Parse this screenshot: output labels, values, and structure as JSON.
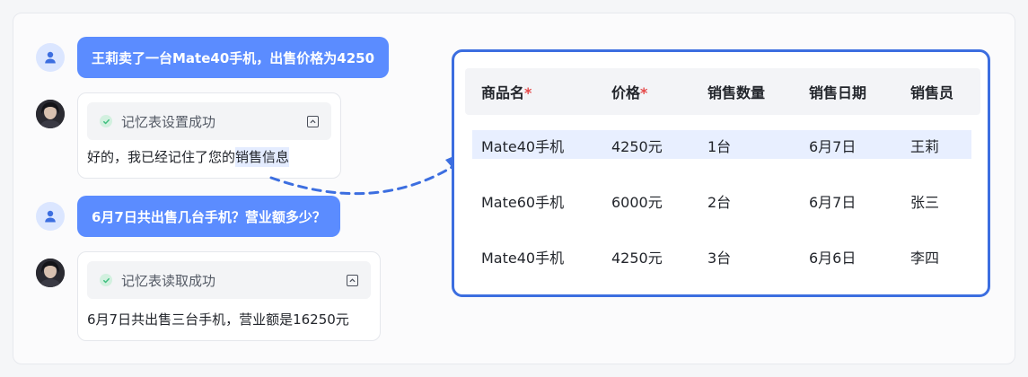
{
  "chat": {
    "messages": [
      {
        "role": "user",
        "text": "王莉卖了一台Mate40手机，出售价格为4250"
      },
      {
        "role": "bot",
        "status": "记忆表设置成功",
        "text_before": "好的，我已经记住了您的",
        "text_highlight": "销售信息"
      },
      {
        "role": "user",
        "text": "6月7日共出售几台手机？营业额多少？"
      },
      {
        "role": "bot",
        "status": "记忆表读取成功",
        "text": "6月7日共出售三台手机，营业额是16250元"
      }
    ]
  },
  "table": {
    "headers": [
      {
        "label": "商品名",
        "required": "*"
      },
      {
        "label": "价格",
        "required": "*"
      },
      {
        "label": "销售数量",
        "required": ""
      },
      {
        "label": "销售日期",
        "required": ""
      },
      {
        "label": "销售员",
        "required": ""
      }
    ],
    "rows": [
      [
        "Mate40手机",
        "4250元",
        "1台",
        "6月7日",
        "王莉"
      ],
      [
        "Mate60手机",
        "6000元",
        "2台",
        "6月7日",
        "张三"
      ],
      [
        "Mate40手机",
        "4250元",
        "3台",
        "6月6日",
        "李四"
      ]
    ],
    "highlighted_row": 0
  },
  "colors": {
    "accent": "#5b8cff",
    "table_border": "#3c6ee0",
    "arrow": "#3c6ee0",
    "success": "#3fbf7f",
    "required": "#e54848"
  },
  "icons": {
    "user_avatar": "user-icon",
    "bot_avatar": "bot-avatar",
    "status": "check-circle-icon",
    "collapse": "collapse-icon"
  }
}
